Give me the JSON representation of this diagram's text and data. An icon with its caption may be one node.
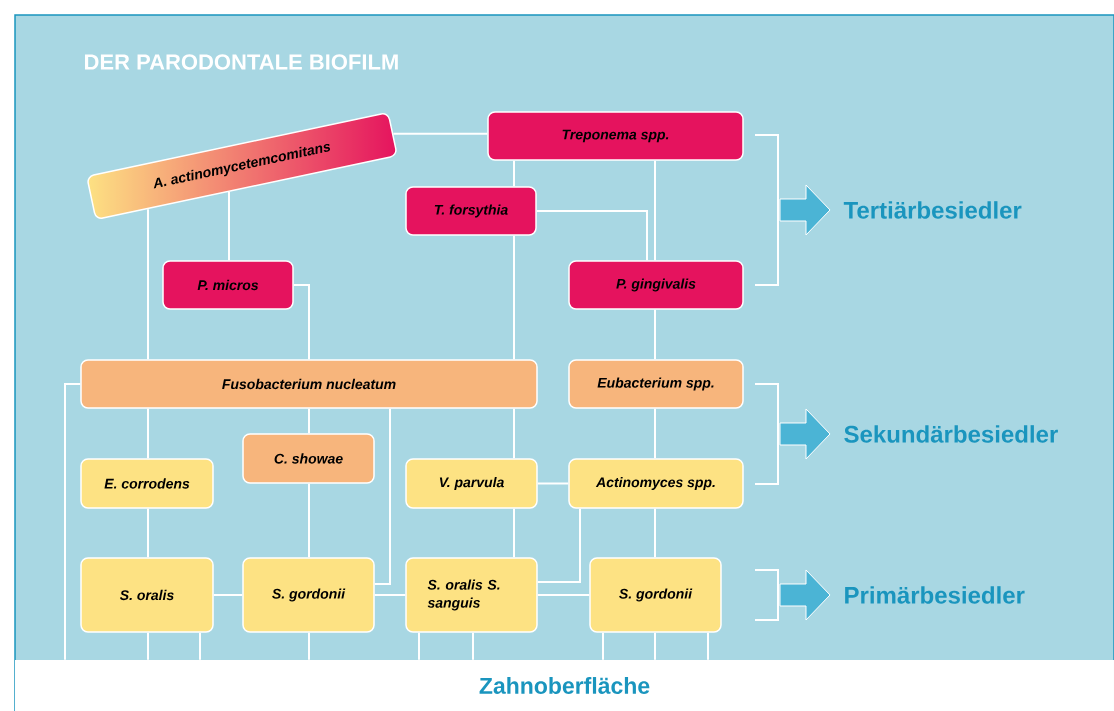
{
  "diagram": {
    "title": "DER PARODONTALE BIOFILM",
    "nodes": [
      {
        "text": [
          "A. actinomycetemcomitans"
        ]
      },
      {
        "text": [
          "Treponema spp."
        ]
      },
      {
        "text": [
          "T. forsythia"
        ]
      },
      {
        "text": [
          "P. micros"
        ]
      },
      {
        "text": [
          "P. gingivalis"
        ]
      },
      {
        "text": [
          "Fusobacterium nucleatum"
        ]
      },
      {
        "text": [
          "Eubacterium spp."
        ]
      },
      {
        "text": [
          "C. showae"
        ]
      },
      {
        "text": [
          "E. corrodens"
        ]
      },
      {
        "text": [
          "V. parvula"
        ]
      },
      {
        "text": [
          "Actinomyces spp."
        ]
      },
      {
        "text": [
          "S. oralis"
        ]
      },
      {
        "text": [
          "S. gordonii"
        ]
      },
      {
        "text": [
          "S. oralis S. sanguis"
        ]
      },
      {
        "text": [
          "S. gordonii"
        ]
      },
      {
        "text": [
          "Zahnoberfläche"
        ]
      }
    ],
    "edges": [
      {
        "from": 0,
        "to": 1,
        "arrow": "none"
      },
      {
        "from": 0,
        "to": 3,
        "arrow": "none"
      },
      {
        "from": 0,
        "to": 5,
        "arrow": "none"
      },
      {
        "from": 3,
        "to": 5,
        "arrow": "none"
      },
      {
        "from": 1,
        "to": 2,
        "arrow": "none"
      },
      {
        "from": 1,
        "to": 4,
        "arrow": "none"
      },
      {
        "from": 2,
        "to": 4,
        "arrow": "none"
      },
      {
        "from": 2,
        "to": 5,
        "arrow": "none"
      },
      {
        "from": 4,
        "to": 6,
        "arrow": "none"
      },
      {
        "from": 6,
        "to": 10,
        "arrow": "none"
      },
      {
        "from": 5,
        "to": 15,
        "arrow": "none"
      },
      {
        "from": 5,
        "to": 8,
        "arrow": "none"
      },
      {
        "from": 5,
        "to": 7,
        "arrow": "none"
      },
      {
        "from": 5,
        "to": 12,
        "arrow": "none"
      },
      {
        "from": 5,
        "to": 9,
        "arrow": "none"
      },
      {
        "from": 8,
        "to": 11,
        "arrow": "none"
      },
      {
        "from": 7,
        "to": 12,
        "arrow": "none"
      },
      {
        "from": 9,
        "to": 10,
        "arrow": "none"
      },
      {
        "from": 9,
        "to": 13,
        "arrow": "none"
      },
      {
        "from": 10,
        "to": 13,
        "arrow": "none"
      },
      {
        "from": 10,
        "to": 14,
        "arrow": "none"
      },
      {
        "from": 11,
        "to": 12,
        "arrow": "none"
      },
      {
        "from": 12,
        "to": 13,
        "arrow": "none"
      },
      {
        "from": 13,
        "to": 14,
        "arrow": "none"
      },
      {
        "from": 11,
        "to": 15,
        "arrow": "none"
      },
      {
        "from": 11,
        "to": 15,
        "arrow": "none"
      },
      {
        "from": 12,
        "to": 15,
        "arrow": "none"
      },
      {
        "from": 13,
        "to": 15,
        "arrow": "none"
      },
      {
        "from": 13,
        "to": 15,
        "arrow": "none"
      },
      {
        "from": 14,
        "to": 15,
        "arrow": "none"
      },
      {
        "from": 14,
        "to": 15,
        "arrow": "none"
      },
      {
        "from": 14,
        "to": 15,
        "arrow": "none"
      }
    ],
    "labels": [
      "Tertiärbesiedler",
      "Sekundärbesiedler",
      "Primärbesiedler"
    ]
  }
}
